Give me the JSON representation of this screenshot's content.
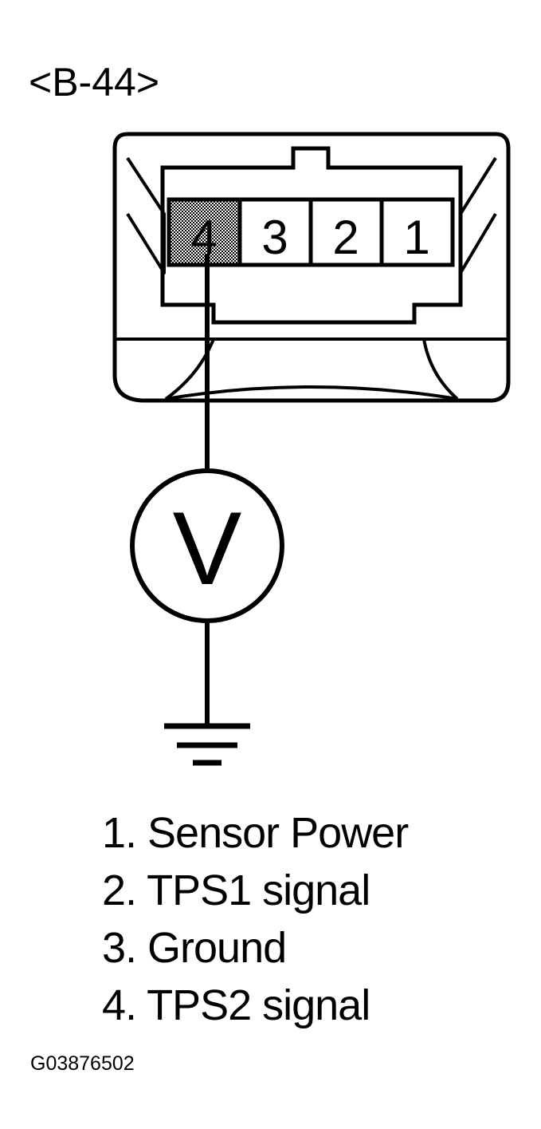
{
  "connector": {
    "id": "<B-44>",
    "pins": [
      {
        "number": "4",
        "highlighted": true
      },
      {
        "number": "3",
        "highlighted": false
      },
      {
        "number": "2",
        "highlighted": false
      },
      {
        "number": "1",
        "highlighted": false
      }
    ]
  },
  "meter": {
    "symbol": "V"
  },
  "legend": [
    {
      "text": "1. Sensor Power"
    },
    {
      "text": "2. TPS1 signal"
    },
    {
      "text": "3. Ground"
    },
    {
      "text": "4. TPS2 signal"
    }
  ],
  "figure_code": "G03876502",
  "colors": {
    "line": "#000000",
    "background": "#ffffff",
    "pin_highlight_pattern": "stipple"
  }
}
